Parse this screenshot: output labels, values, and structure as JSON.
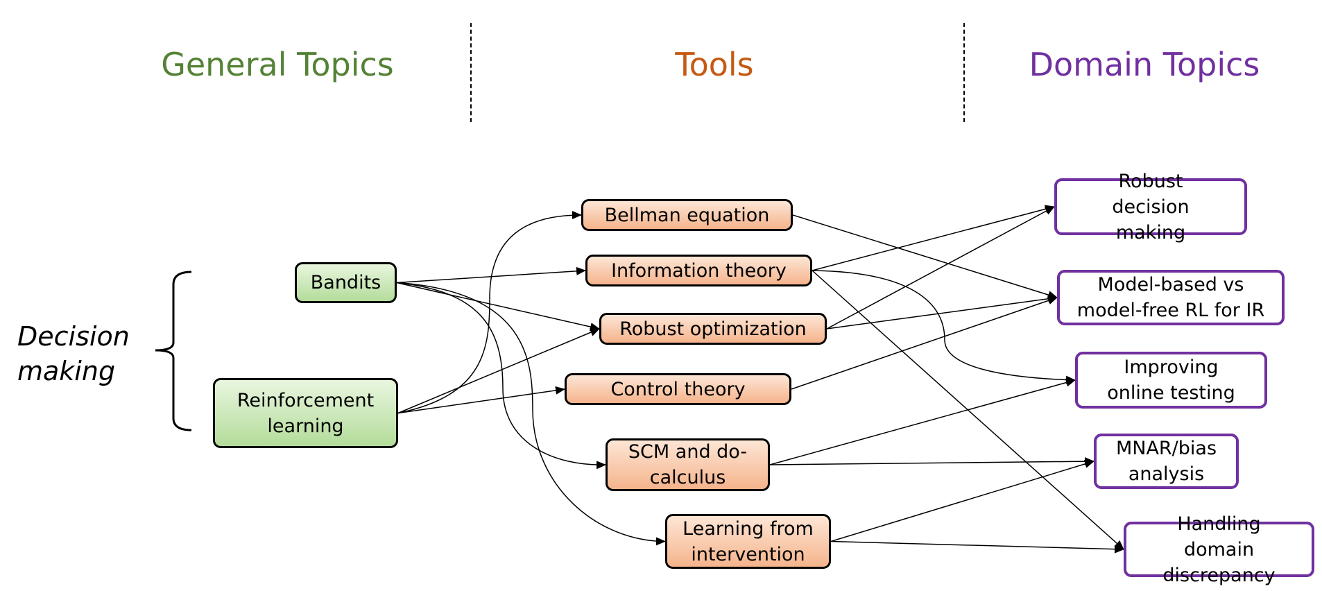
{
  "headers": {
    "general": {
      "label": "General Topics",
      "color": "#548235"
    },
    "tools": {
      "label": "Tools",
      "color": "#c55a11"
    },
    "domain": {
      "label": "Domain Topics",
      "color": "#7030a0"
    }
  },
  "side_label": {
    "line1": "Decision",
    "line2": "making"
  },
  "general_nodes": [
    {
      "id": "bandits",
      "label": "Bandits"
    },
    {
      "id": "rl",
      "label": "Reinforcement learning"
    }
  ],
  "tool_nodes": [
    {
      "id": "bellman",
      "label": "Bellman equation"
    },
    {
      "id": "info",
      "label": "Information theory"
    },
    {
      "id": "robustopt",
      "label": "Robust optimization"
    },
    {
      "id": "control",
      "label": "Control theory"
    },
    {
      "id": "scm",
      "label": "SCM and do-calculus"
    },
    {
      "id": "lfi",
      "label": "Learning from intervention"
    }
  ],
  "domain_nodes": [
    {
      "id": "robustdm",
      "label": "Robust decision making"
    },
    {
      "id": "mbmf",
      "label": "Model-based vs model-free RL for IR"
    },
    {
      "id": "online",
      "label": "Improving online testing"
    },
    {
      "id": "mnar",
      "label": "MNAR/bias analysis"
    },
    {
      "id": "discrepancy",
      "label": "Handling domain discrepancy"
    }
  ],
  "edges": [
    {
      "from": "bandits",
      "to": "info"
    },
    {
      "from": "bandits",
      "to": "robustopt"
    },
    {
      "from": "bandits",
      "to": "scm"
    },
    {
      "from": "bandits",
      "to": "lfi"
    },
    {
      "from": "rl",
      "to": "bellman"
    },
    {
      "from": "rl",
      "to": "robustopt"
    },
    {
      "from": "rl",
      "to": "control"
    },
    {
      "from": "bellman",
      "to": "mbmf"
    },
    {
      "from": "info",
      "to": "robustdm"
    },
    {
      "from": "info",
      "to": "online"
    },
    {
      "from": "info",
      "to": "discrepancy"
    },
    {
      "from": "robustopt",
      "to": "robustdm"
    },
    {
      "from": "robustopt",
      "to": "mbmf"
    },
    {
      "from": "control",
      "to": "mbmf"
    },
    {
      "from": "scm",
      "to": "online"
    },
    {
      "from": "scm",
      "to": "mnar"
    },
    {
      "from": "lfi",
      "to": "mnar"
    },
    {
      "from": "lfi",
      "to": "discrepancy"
    }
  ]
}
